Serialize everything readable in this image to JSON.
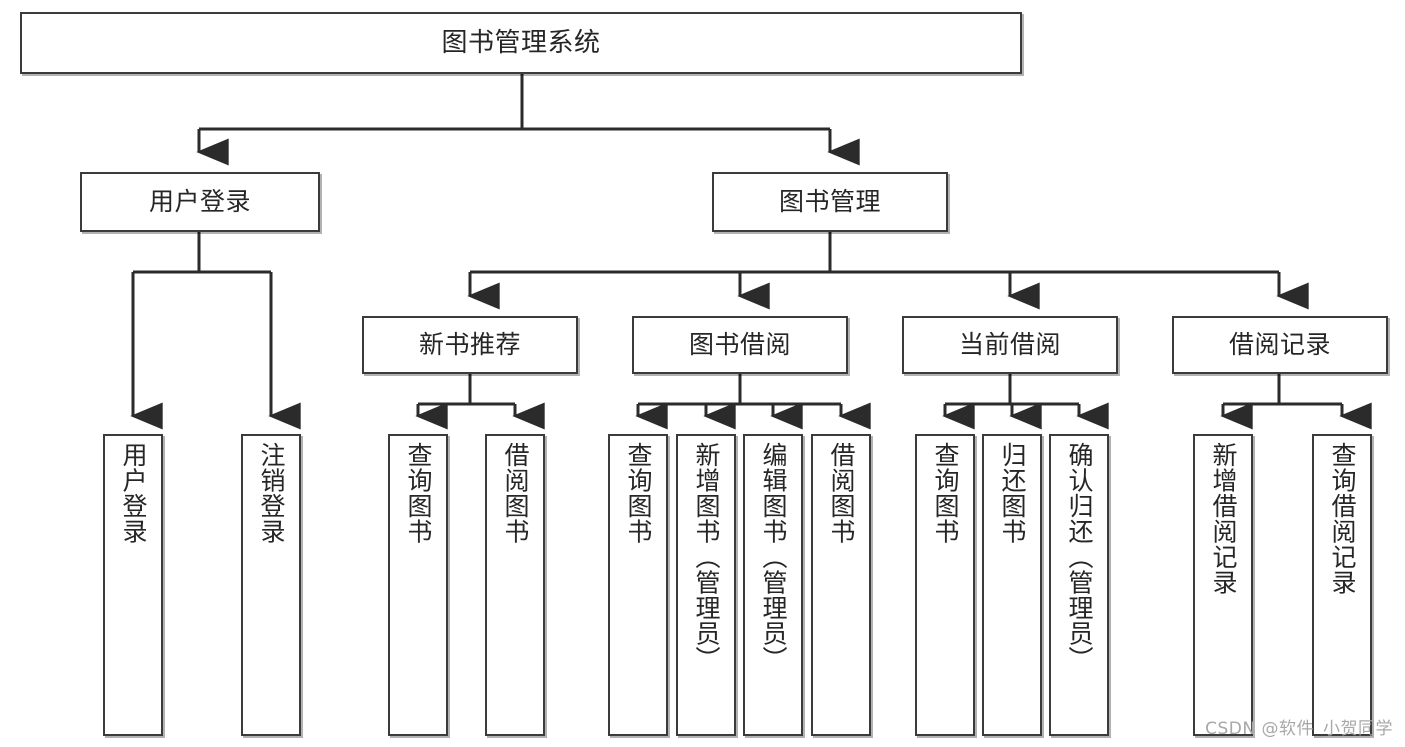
{
  "diagram": {
    "title": "图书管理系统",
    "watermark": "CSDN @软件_小贺同学",
    "colors": {
      "box_border": "#3b3b3b",
      "box_fill": "#ffffff",
      "text": "#262626",
      "connector": "#2b2b2b",
      "watermark": "#a8a8a8",
      "page_background": "#ffffff"
    },
    "levels": {
      "root": "图书管理系统",
      "level2": [
        "用户登录",
        "图书管理"
      ],
      "level3": [
        "新书推荐",
        "图书借阅",
        "当前借阅",
        "借阅记录"
      ]
    },
    "nodes": {
      "root": {
        "label": "图书管理系统"
      },
      "user_login": {
        "label": "用户登录"
      },
      "book_manage": {
        "label": "图书管理"
      },
      "new_book_rec": {
        "label": "新书推荐"
      },
      "book_borrow": {
        "label": "图书借阅"
      },
      "current_borrow": {
        "label": "当前借阅"
      },
      "borrow_record": {
        "label": "借阅记录"
      },
      "leaf_user_login": {
        "label": "用户登录"
      },
      "leaf_logout": {
        "label": "注销登录"
      },
      "leaf_query_book_1": {
        "label": "查询图书"
      },
      "leaf_borrow_book_1": {
        "label": "借阅图书"
      },
      "leaf_query_book_2": {
        "label": "查询图书"
      },
      "leaf_add_book": {
        "label": "新增图书（管理员）"
      },
      "leaf_edit_book": {
        "label": "编辑图书（管理员）"
      },
      "leaf_borrow_book_2": {
        "label": "借阅图书"
      },
      "leaf_query_book_3": {
        "label": "查询图书"
      },
      "leaf_return_book": {
        "label": "归还图书"
      },
      "leaf_confirm_return": {
        "label": "确认归还（管理员）"
      },
      "leaf_add_record": {
        "label": "新增借阅记录"
      },
      "leaf_query_record": {
        "label": "查询借阅记录"
      }
    }
  }
}
